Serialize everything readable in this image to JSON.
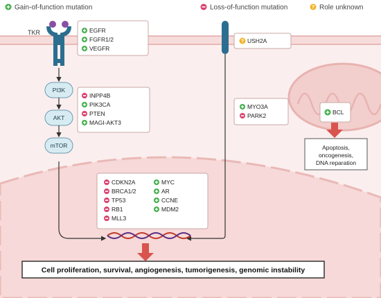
{
  "legend": [
    {
      "label": "Gain-of-function mutation",
      "kind": "gain"
    },
    {
      "label": "Loss-of-function mutation",
      "kind": "loss"
    },
    {
      "label": "Role unknown",
      "kind": "unknown"
    }
  ],
  "receptor_label": "TKR",
  "receptor_genes": [
    {
      "name": "EGFR",
      "kind": "gain"
    },
    {
      "name": "FGFR1/2",
      "kind": "gain"
    },
    {
      "name": "VEGFR",
      "kind": "gain"
    }
  ],
  "membrane_gene": {
    "name": "USH2A",
    "kind": "unknown"
  },
  "pathway": [
    "PI3K",
    "AKT",
    "mTOR"
  ],
  "pathway_genes": [
    {
      "name": "INPP4B",
      "kind": "loss"
    },
    {
      "name": "PIK3CA",
      "kind": "gain"
    },
    {
      "name": "PTEN",
      "kind": "loss"
    },
    {
      "name": "MAGI-AKT3",
      "kind": "gain"
    }
  ],
  "cytoplasm_genes": [
    {
      "name": "MYO3A",
      "kind": "gain"
    },
    {
      "name": "PARK2",
      "kind": "loss"
    }
  ],
  "mito_gene": {
    "name": "BCL",
    "kind": "gain"
  },
  "mito_effect": [
    "Apoptosis,",
    "oncogenesis,",
    "DNA reparation"
  ],
  "nuclear_genes_left": [
    {
      "name": "CDKN2A",
      "kind": "loss"
    },
    {
      "name": "BRCA1/2",
      "kind": "loss"
    },
    {
      "name": "TP53",
      "kind": "loss"
    },
    {
      "name": "RB1",
      "kind": "loss"
    },
    {
      "name": "MLL3",
      "kind": "loss"
    }
  ],
  "nuclear_genes_right": [
    {
      "name": "MYC",
      "kind": "gain"
    },
    {
      "name": "AR",
      "kind": "gain"
    },
    {
      "name": "CCNE",
      "kind": "gain"
    },
    {
      "name": "MDM2",
      "kind": "gain"
    }
  ],
  "outcome": "Cell proliferation, survival, angiogenesis, tumorigenesis, genomic instability",
  "colors": {
    "gain": "#3fae49",
    "loss": "#d9416d",
    "unknown": "#f0b429",
    "cell": "#fbeeee",
    "membrane": "#e9b9b6",
    "nucleus": "#f6d9d8",
    "arrow": "#d9534f",
    "receptor": "#2c6e8f",
    "mito": "#e8b3b0"
  }
}
